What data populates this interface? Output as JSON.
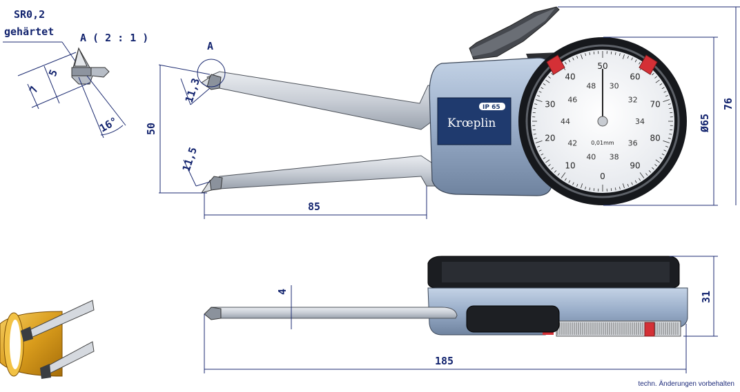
{
  "detail": {
    "tip_radius": "SR0,2",
    "material": "gehärtet",
    "view_label": "A ( 2 : 1 )",
    "dim_5": "5",
    "dim_7": "7",
    "angle": "16°"
  },
  "front_view": {
    "detail_marker": "A",
    "dim_tip_upper": "11,3",
    "dim_tip_lower": "11,5",
    "dim_span": "50",
    "dim_depth": "85",
    "dim_diameter": "Ø65",
    "dim_height": "76"
  },
  "gauge": {
    "brand": "Krœplin",
    "ip_rating": "IP 65",
    "unit": "0,01mm",
    "outer_scale": [
      "0",
      "10",
      "20",
      "30",
      "40",
      "50",
      "60",
      "70",
      "80",
      "90"
    ],
    "inner_scale": [
      "30",
      "32",
      "34",
      "36",
      "38",
      "40",
      "42",
      "44",
      "46",
      "48"
    ]
  },
  "side_view": {
    "dim_arm": "4",
    "dim_thickness": "31",
    "dim_length": "185"
  },
  "footer": {
    "note": "techn. Änderungen vorbehalten"
  },
  "colors": {
    "dimension": "#1b2a70",
    "housing": "#9fb4cf",
    "bezel": "#16181c",
    "brand_plate": "#1f3a6e",
    "marker": "#d43036",
    "ring_gold": "#d39b20"
  }
}
